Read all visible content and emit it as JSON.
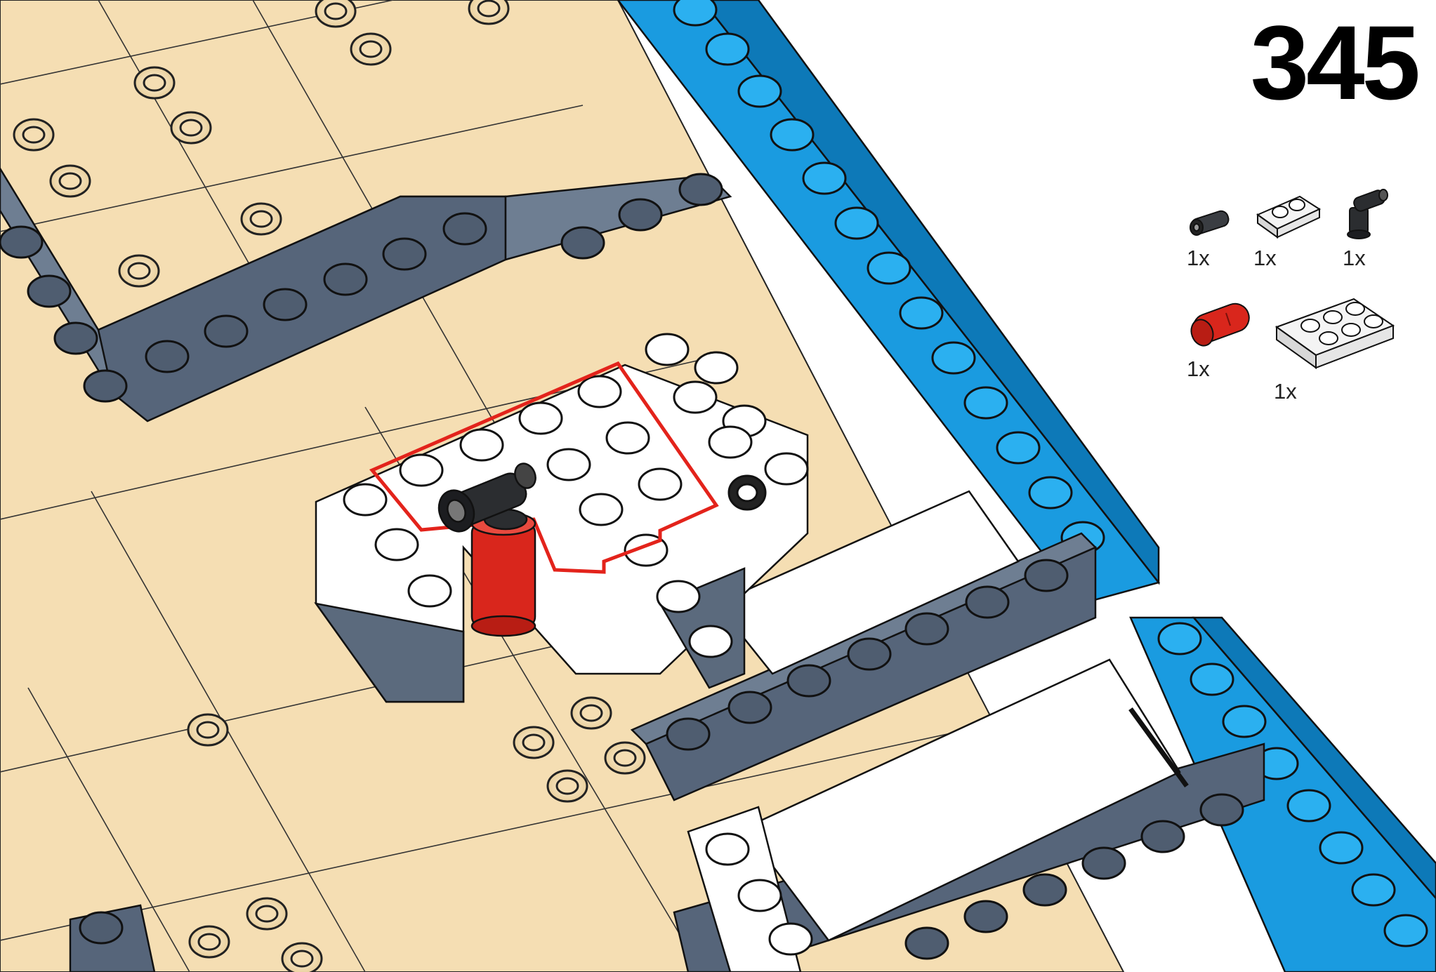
{
  "step": {
    "number": "345"
  },
  "parts_list": [
    {
      "icon": "technic-pin-icon",
      "quantity": "1x",
      "color": "#3a3d42"
    },
    {
      "icon": "plate-1x2-icon",
      "quantity": "1x",
      "color": "#f4f4f4"
    },
    {
      "icon": "hose-nozzle-icon",
      "quantity": "1x",
      "color": "#2b2d30"
    },
    {
      "icon": "round-brick-icon",
      "quantity": "1x",
      "color": "#d9261c"
    },
    {
      "icon": "plate-2x3-icon",
      "quantity": "1x",
      "color": "#f4f4f4"
    }
  ],
  "colors": {
    "tan": "#f5deb3",
    "dark_gray": "#5b6a7d",
    "blue": "#1a9be0",
    "white": "#ffffff",
    "red": "#d9261c",
    "highlight_outline": "#e3231b"
  }
}
